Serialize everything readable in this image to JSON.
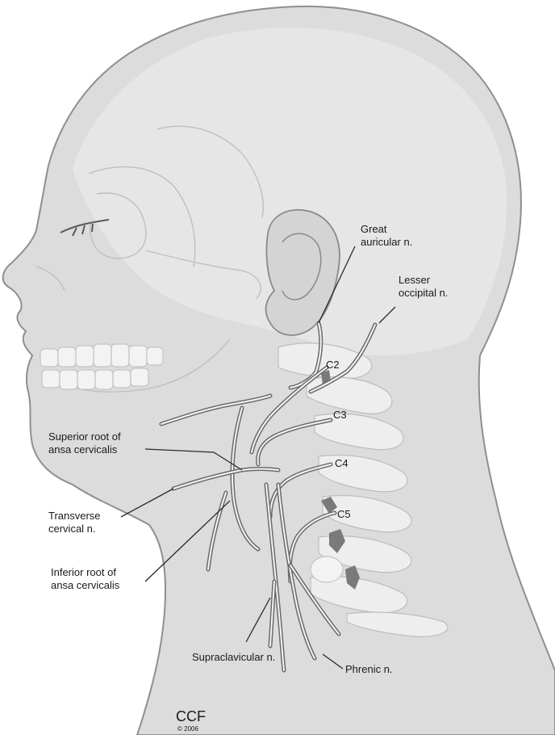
{
  "labels": {
    "great_auricular_1": "Great",
    "great_auricular_2": "auricular n.",
    "lesser_occipital_1": "Lesser",
    "lesser_occipital_2": "occipital n.",
    "c2": "C2",
    "c3": "C3",
    "c4": "C4",
    "c5": "C5",
    "superior_root_1": "Superior root of",
    "superior_root_2": "ansa cervicalis",
    "transverse_cervical_1": "Transverse",
    "transverse_cervical_2": "cervical n.",
    "inferior_root_1": "Inferior root of",
    "inferior_root_2": "ansa cervicalis",
    "supraclavicular": "Supraclavicular n.",
    "phrenic": "Phrenic n."
  },
  "credit": {
    "logo": "CCF",
    "copyright": "© 2006"
  }
}
